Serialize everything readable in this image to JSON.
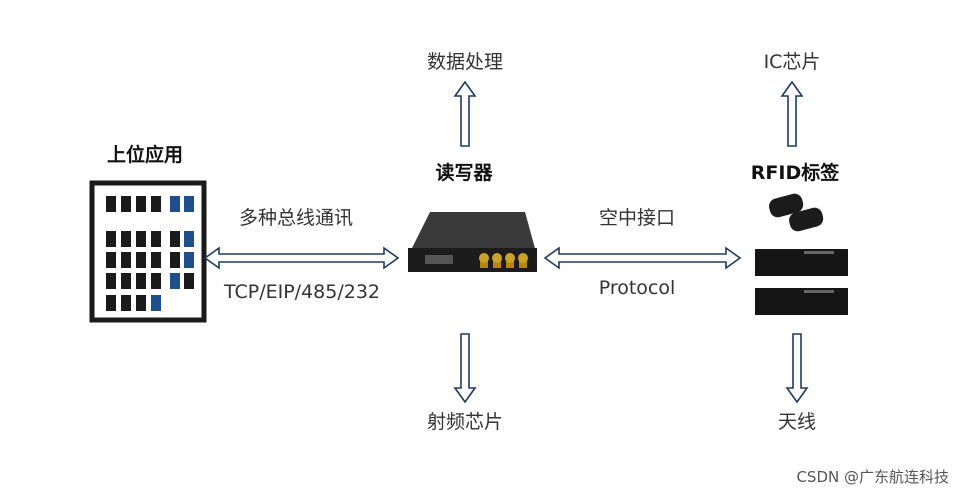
{
  "nodes": {
    "upper_app": "上位应用",
    "reader": "读写器",
    "rfid_tag": "RFID标签",
    "data_processing": "数据处理",
    "rf_chip": "射频芯片",
    "ic_chip": "IC芯片",
    "antenna": "天线"
  },
  "links": {
    "bus_comm": "多种总线通讯",
    "bus_protocols": "TCP/EIP/485/232",
    "air_interface": "空中接口",
    "protocol": "Protocol"
  },
  "watermark": "CSDN @广东航连科技",
  "colors": {
    "arrow": "#1f3a5f",
    "building_dark": "#1a1a1a",
    "building_blue": "#1f4e8c",
    "device": "#1c1c1c",
    "connector": "#b8860b"
  }
}
